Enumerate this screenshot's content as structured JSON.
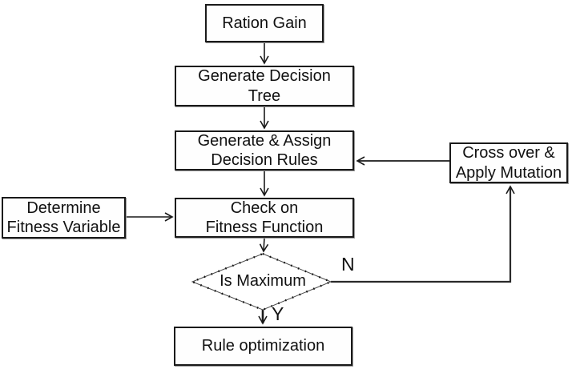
{
  "diagram": {
    "background": "#ffffff",
    "line_color": "#1a1a1a",
    "text_color": "#111111",
    "nodes": {
      "ration_gain": {
        "label": "Ration Gain",
        "shape": "rect"
      },
      "generate_tree": {
        "label": "Generate Decision\nTree",
        "shape": "rect"
      },
      "generate_rules": {
        "label": "Generate & Assign\nDecision Rules",
        "shape": "rect"
      },
      "determine_fitness": {
        "label": "Determine\nFitness Variable",
        "shape": "rect"
      },
      "check_fitness": {
        "label": "Check on\nFitness Function",
        "shape": "rect"
      },
      "crossover": {
        "label": "Cross over &\nApply Mutation",
        "shape": "rect"
      },
      "is_maximum": {
        "label": "Is Maximum",
        "shape": "diamond",
        "border_style": "dotted"
      },
      "rule_optimization": {
        "label": "Rule optimization",
        "shape": "rect"
      }
    },
    "branch_labels": {
      "no": "N",
      "yes": "Y"
    },
    "edges": [
      {
        "from": "ration_gain",
        "to": "generate_tree"
      },
      {
        "from": "generate_tree",
        "to": "generate_rules"
      },
      {
        "from": "generate_rules",
        "to": "check_fitness"
      },
      {
        "from": "determine_fitness",
        "to": "check_fitness"
      },
      {
        "from": "check_fitness",
        "to": "is_maximum"
      },
      {
        "from": "is_maximum",
        "to": "rule_optimization",
        "label": "Y"
      },
      {
        "from": "is_maximum",
        "to": "crossover",
        "label": "N"
      },
      {
        "from": "crossover",
        "to": "generate_rules"
      }
    ]
  }
}
